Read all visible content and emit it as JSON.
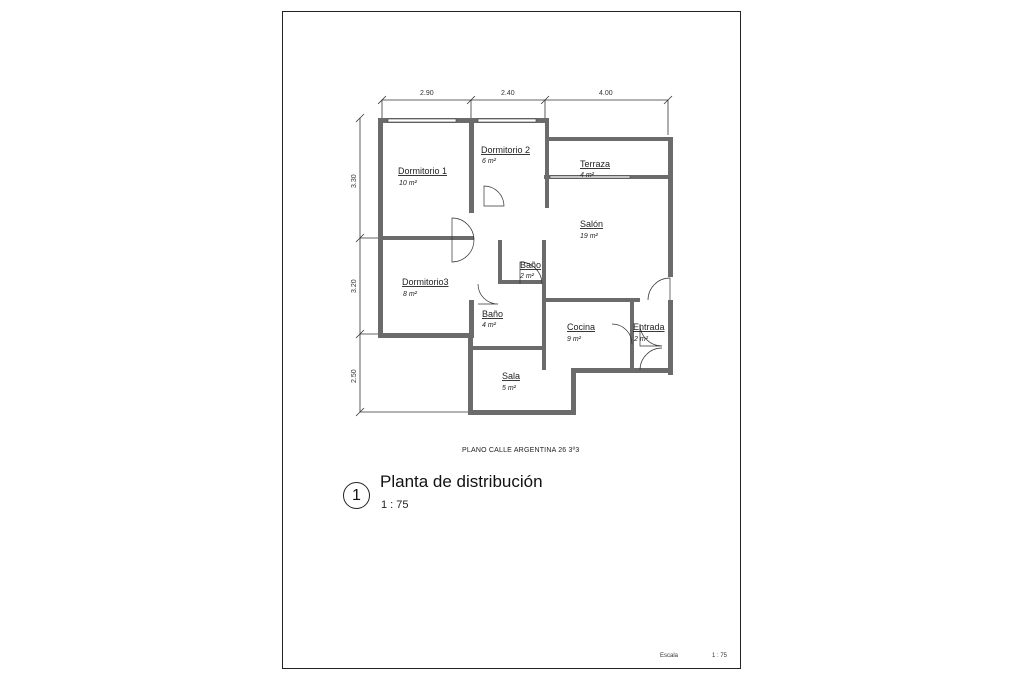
{
  "dimensions": {
    "top": [
      "2.90",
      "2.40",
      "4.00"
    ],
    "left": [
      "3.30",
      "3.20",
      "2.50"
    ]
  },
  "rooms": [
    {
      "name": "Dormitorio 1",
      "area": "10 m²"
    },
    {
      "name": "Dormitorio 2",
      "area": "6 m²"
    },
    {
      "name": "Terraza",
      "area": "4 m²"
    },
    {
      "name": "Salón",
      "area": "19 m²"
    },
    {
      "name": "Baño",
      "area": "2 m²"
    },
    {
      "name": "Dormitorio3",
      "area": "8 m²"
    },
    {
      "name": "Baño",
      "area": "4 m²"
    },
    {
      "name": "Cocina",
      "area": "9 m²"
    },
    {
      "name": "Entrada",
      "area": "2 m²"
    },
    {
      "name": "Sala",
      "area": "5 m²"
    }
  ],
  "plan_caption": "PLANO CALLE ARGENTINA 26 3º3",
  "view": {
    "number": "1",
    "title": "Planta de distribución",
    "scale": "1 : 75"
  },
  "footer": {
    "label": "Escala",
    "scale": "1 : 75"
  },
  "colors": {
    "wall": "#6b6b6b",
    "line": "#333333",
    "paper": "#ffffff"
  }
}
